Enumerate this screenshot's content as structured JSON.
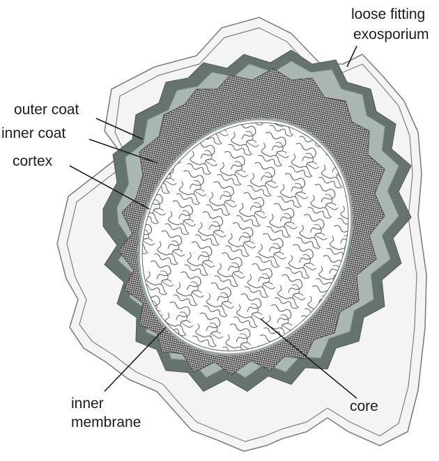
{
  "labels": {
    "exosporium_line1": "loose fitting",
    "exosporium_line2": "exosporium",
    "outer_coat": "outer coat",
    "inner_coat": "inner coat",
    "cortex": "cortex",
    "inner_membrane_line1": "inner",
    "inner_membrane_line2": "membrane",
    "core": "core"
  },
  "colors": {
    "exosporium_fill": "#f3f4f3",
    "exosporium_stroke": "#7b817f",
    "outer_coat": "#66736f",
    "inner_coat": "#a9b6b1",
    "cortex_bg": "#5a5a5a",
    "core_fill": "#ffffff",
    "inner_membrane": "#9aa6a2"
  }
}
